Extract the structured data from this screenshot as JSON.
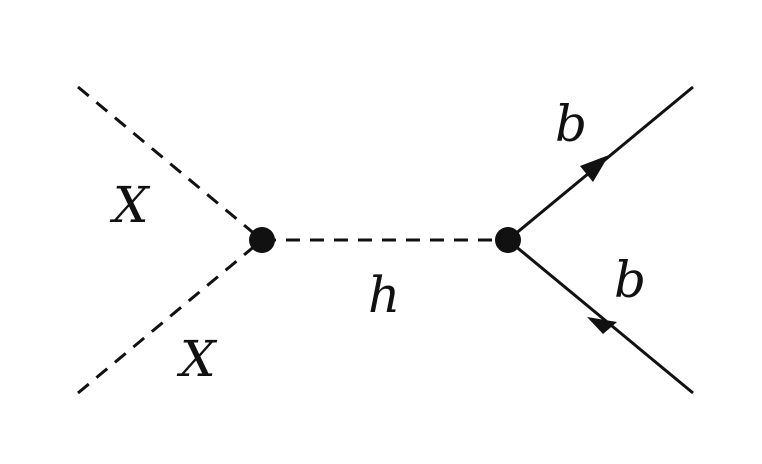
{
  "diagram": {
    "labels": {
      "x_top": "X",
      "x_bottom": "X",
      "h": "h",
      "b_top": "b",
      "b_bottom": "b"
    },
    "colors": {
      "line": "#111111",
      "background": "#ffffff"
    }
  }
}
